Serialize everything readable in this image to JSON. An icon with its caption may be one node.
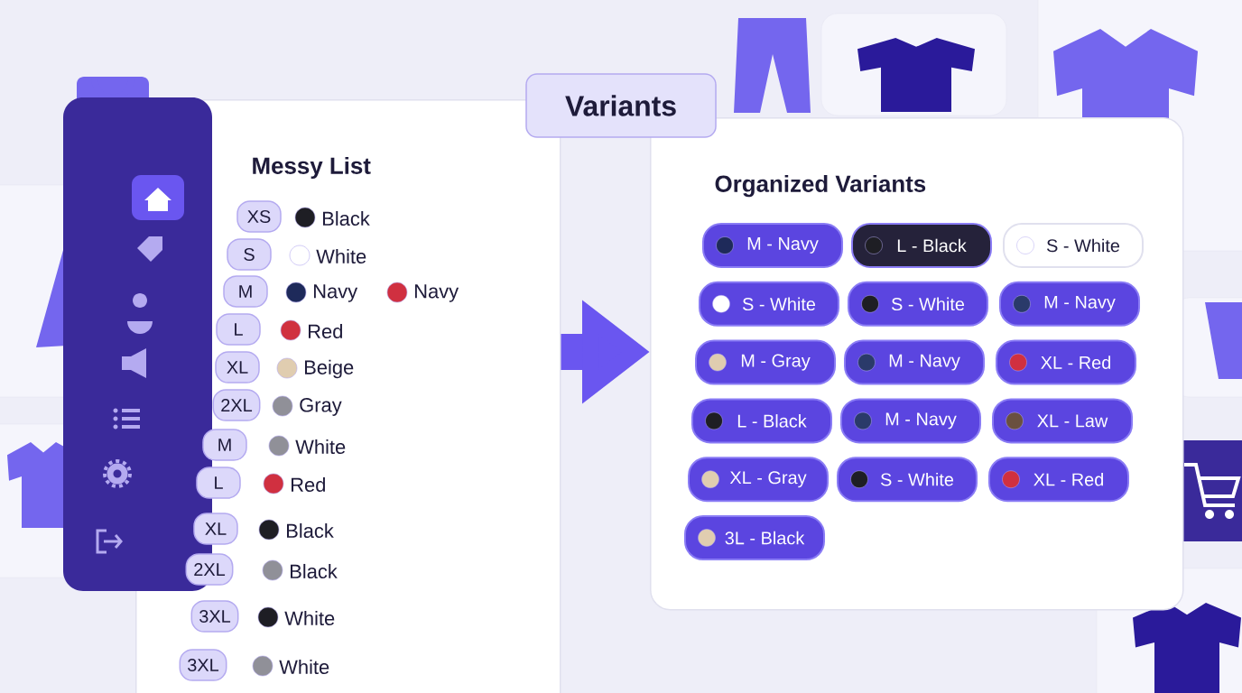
{
  "diagram": {
    "nodes": [
      {
        "text": [
          "Variants"
        ]
      },
      {
        "text": [
          "Messy List"
        ]
      },
      {
        "text": [
          "XS"
        ],
        "in": 1,
        "beside": [
          "Black"
        ]
      },
      {
        "text": [
          "S"
        ],
        "in": 1,
        "beside": [
          "White"
        ]
      },
      {
        "text": [
          "M"
        ],
        "in": 1,
        "beside": [
          "Navy",
          "Navy"
        ]
      },
      {
        "text": [
          "L"
        ],
        "in": 1,
        "beside": [
          "Red"
        ]
      },
      {
        "text": [
          "XL"
        ],
        "in": 1,
        "beside": [
          "Beige"
        ]
      },
      {
        "text": [
          "2XL"
        ],
        "in": 1,
        "beside": [
          "Gray"
        ]
      },
      {
        "text": [
          "M"
        ],
        "in": 1,
        "beside": [
          "White"
        ]
      },
      {
        "text": [
          "L"
        ],
        "in": 1,
        "beside": [
          "Red"
        ]
      },
      {
        "text": [
          "XL"
        ],
        "in": 1,
        "beside": [
          "Black"
        ]
      },
      {
        "text": [
          "2XL"
        ],
        "in": 1,
        "beside": [
          "Black"
        ]
      },
      {
        "text": [
          "3XL"
        ],
        "in": 1,
        "beside": [
          "White"
        ]
      },
      {
        "text": [
          "3XL"
        ],
        "in": 1,
        "beside": [
          "White"
        ]
      },
      {
        "text": [
          "Organized Variants"
        ]
      },
      {
        "text": [
          "M - Navy"
        ],
        "in": 14
      },
      {
        "text": [
          "L - Black"
        ],
        "in": 14
      },
      {
        "text": [
          "S - White"
        ],
        "in": 14
      },
      {
        "text": [
          "S - White"
        ],
        "in": 14
      },
      {
        "text": [
          "S - White"
        ],
        "in": 14
      },
      {
        "text": [
          "M - Navy"
        ],
        "in": 14
      },
      {
        "text": [
          "M - Gray"
        ],
        "in": 14
      },
      {
        "text": [
          "M - Navy"
        ],
        "in": 14
      },
      {
        "text": [
          "XL - Red"
        ],
        "in": 14
      },
      {
        "text": [
          "L - Black"
        ],
        "in": 14
      },
      {
        "text": [
          "M - Navy"
        ],
        "in": 14
      },
      {
        "text": [
          "XL - Law"
        ],
        "in": 14
      },
      {
        "text": [
          "XL - Gray"
        ],
        "in": 14
      },
      {
        "text": [
          "S - White"
        ],
        "in": 14
      },
      {
        "text": [
          "XL - Red"
        ],
        "in": 14
      },
      {
        "text": [
          "3L - Black"
        ],
        "in": 14
      }
    ],
    "edges": [
      {
        "from": 1,
        "to": 14,
        "arrow": "to"
      }
    ]
  }
}
